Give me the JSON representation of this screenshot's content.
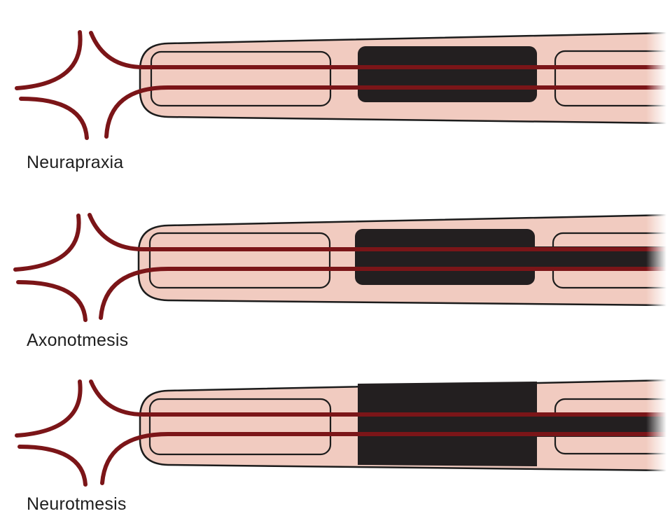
{
  "labels": {
    "neurapraxia": "Neurapraxia",
    "axonotmesis": "Axonotmesis",
    "neurotmesis": "Neurotmesis"
  },
  "colors": {
    "sheath_fill": "#f1cbc0",
    "outline": "#1c1c1c",
    "axon": "#7b1518",
    "injury": "#231f20",
    "background": "#ffffff"
  }
}
